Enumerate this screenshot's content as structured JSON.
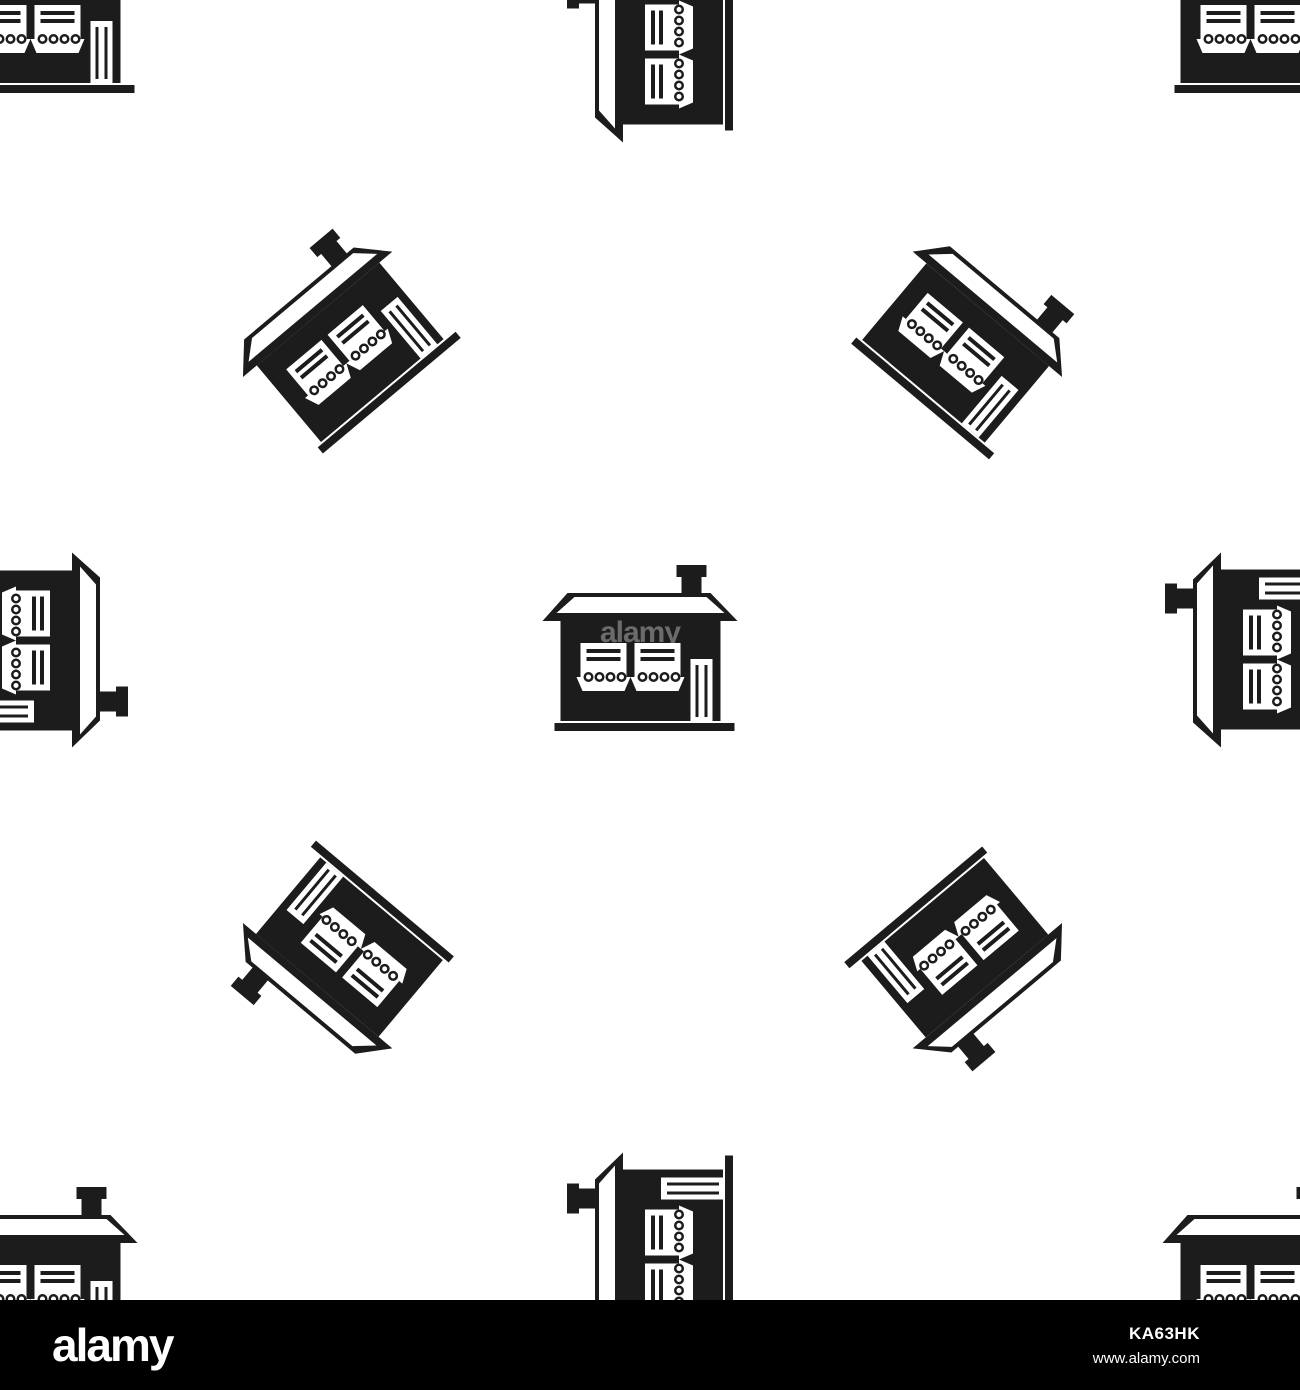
{
  "colors": {
    "background": "#ffffff",
    "icon": "#1c1c1c",
    "footer_background": "#000000",
    "footer_text": "#ffffff"
  },
  "watermark": {
    "center_text": "alamy"
  },
  "footer": {
    "logo": "alamy",
    "image_id": "KA63HK",
    "url": "www.alamy.com"
  }
}
